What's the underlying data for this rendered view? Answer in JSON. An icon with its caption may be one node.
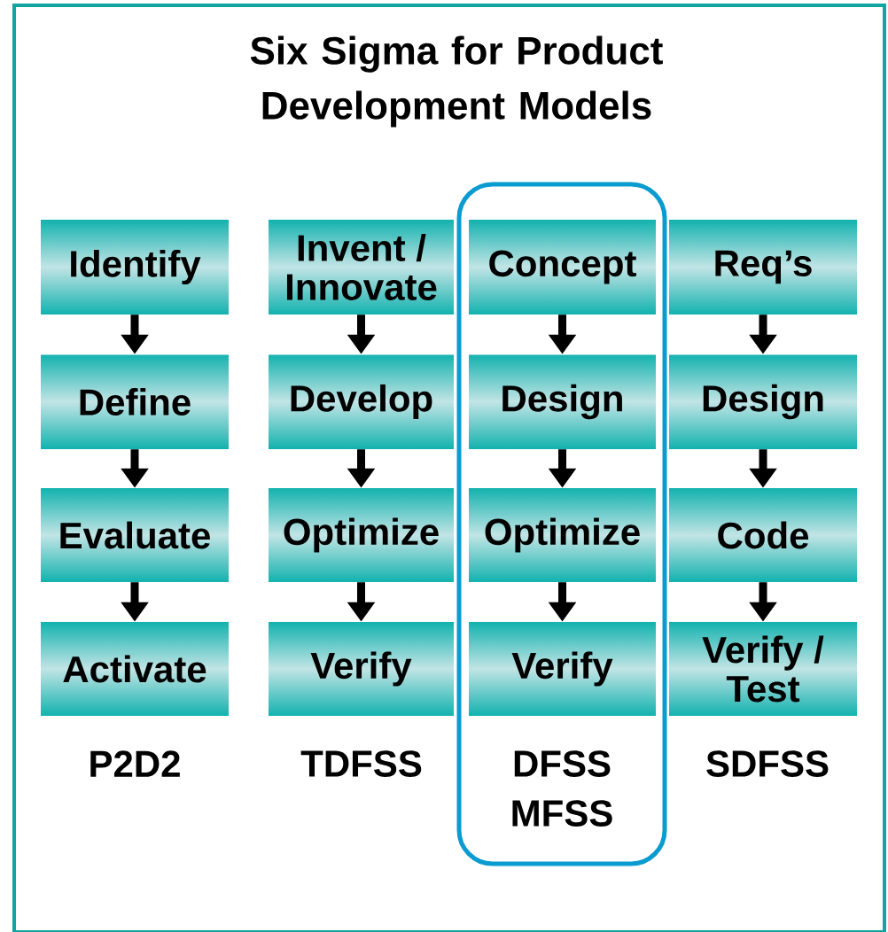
{
  "diagram": {
    "title": "Six Sigma for Product Development Models",
    "nodes": [
      {
        "text": [
          "Identify"
        ]
      },
      {
        "text": [
          "Define"
        ]
      },
      {
        "text": [
          "Evaluate"
        ]
      },
      {
        "text": [
          "Activate"
        ]
      },
      {
        "text": [
          "Invent / Innovate"
        ]
      },
      {
        "text": [
          "Develop"
        ]
      },
      {
        "text": [
          "Optimize"
        ]
      },
      {
        "text": [
          "Verify"
        ]
      },
      {
        "text": [
          "DFSS MFSS"
        ]
      },
      {
        "text": [
          "Concept"
        ],
        "in": 8
      },
      {
        "text": [
          "Design"
        ],
        "in": 8
      },
      {
        "text": [
          "Optimize"
        ],
        "in": 8
      },
      {
        "text": [
          "Verify"
        ],
        "in": 8
      },
      {
        "text": [
          "Req’s"
        ]
      },
      {
        "text": [
          "Design"
        ]
      },
      {
        "text": [
          "Code"
        ]
      },
      {
        "text": [
          "Verify / Test"
        ]
      }
    ],
    "edges": [
      {
        "from": 0,
        "to": 1,
        "arrow": "to"
      },
      {
        "from": 1,
        "to": 2,
        "arrow": "to"
      },
      {
        "from": 2,
        "to": 3,
        "arrow": "to"
      },
      {
        "from": 4,
        "to": 5,
        "arrow": "to"
      },
      {
        "from": 5,
        "to": 6,
        "arrow": "to"
      },
      {
        "from": 6,
        "to": 7,
        "arrow": "to"
      },
      {
        "from": 9,
        "to": 10,
        "arrow": "to"
      },
      {
        "from": 10,
        "to": 11,
        "arrow": "to"
      },
      {
        "from": 11,
        "to": 12,
        "arrow": "to"
      },
      {
        "from": 13,
        "to": 14,
        "arrow": "to"
      },
      {
        "from": 14,
        "to": 15,
        "arrow": "to"
      },
      {
        "from": 15,
        "to": 16,
        "arrow": "to"
      }
    ],
    "labels": [
      "P2D2",
      "TDFSS",
      "SDFSS"
    ]
  }
}
